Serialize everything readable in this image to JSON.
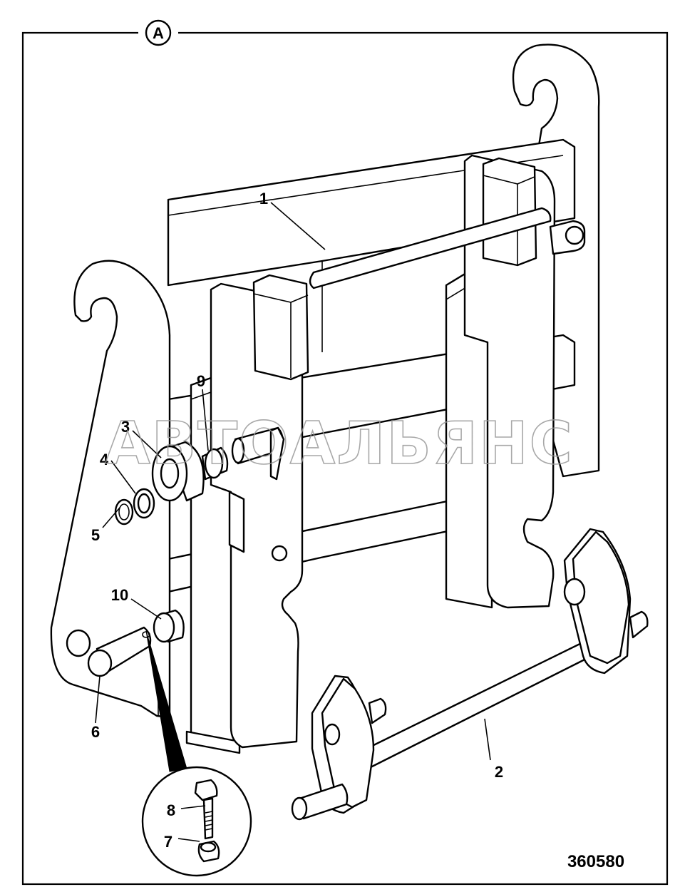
{
  "view_marker": "A",
  "figure_number": "360580",
  "watermark": "АВТОАЛЬЯНС",
  "callouts": [
    {
      "id": "1",
      "text": "1"
    },
    {
      "id": "2",
      "text": "2"
    },
    {
      "id": "3",
      "text": "3"
    },
    {
      "id": "4",
      "text": "4"
    },
    {
      "id": "5",
      "text": "5"
    },
    {
      "id": "6",
      "text": "6"
    },
    {
      "id": "7",
      "text": "7"
    },
    {
      "id": "8",
      "text": "8"
    },
    {
      "id": "9",
      "text": "9"
    },
    {
      "id": "10",
      "text": "10"
    }
  ]
}
